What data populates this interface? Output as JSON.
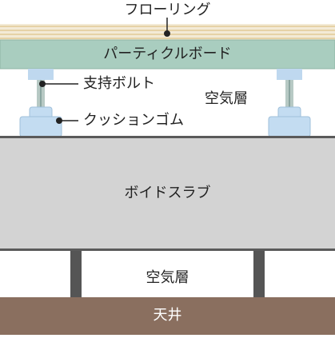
{
  "labels": {
    "flooring": "フローリング",
    "particle_board": "パーティクルボード",
    "support_bolt": "支持ボルト",
    "air_layer_upper": "空気層",
    "cushion_rubber": "クッションゴム",
    "void_slab": "ボイドスラブ",
    "air_layer_lower": "空気層",
    "ceiling": "天井"
  },
  "colors": {
    "flooring_light": "#f3ead6",
    "flooring_stripe": "#e6d2a6",
    "particle_board": "#a9cdbf",
    "particle_board_edge": "#8fb5a6",
    "bolt_plate": "#bfd8ef",
    "bolt": "#b7c9c4",
    "bolt_core": "#8aa5a0",
    "cushion": "#c3dcf1",
    "cushion_edge": "#9fbfda",
    "slab": "#d3d3d3",
    "slab_edge": "#5a5a5a",
    "ceiling_support": "#555555",
    "ceiling": "#8a6f5f",
    "leader_line": "#222222"
  }
}
